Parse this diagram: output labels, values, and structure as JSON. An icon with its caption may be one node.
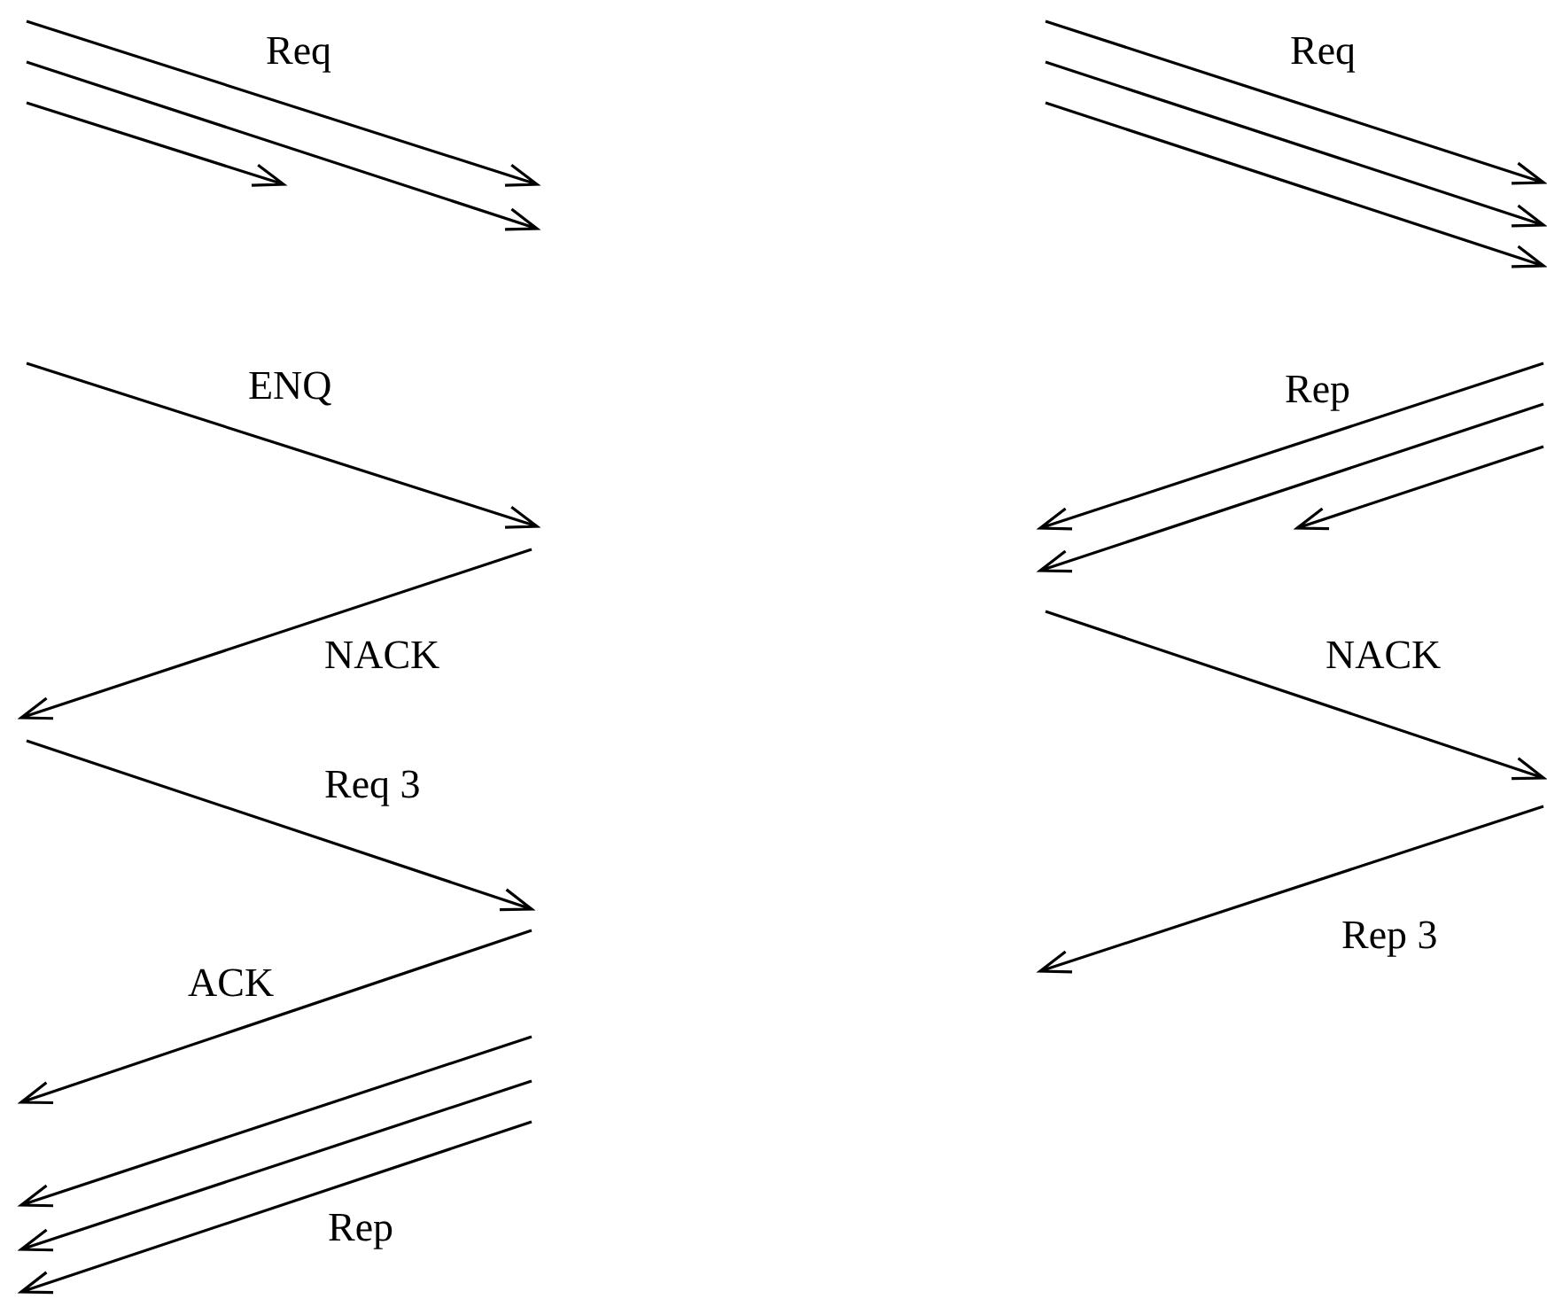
{
  "diagram": {
    "labels": [
      "Req",
      "Req",
      "ENQ",
      "Rep",
      "NACK",
      "NACK",
      "Req 3",
      "Rep 3",
      "ACK",
      "Rep"
    ]
  }
}
